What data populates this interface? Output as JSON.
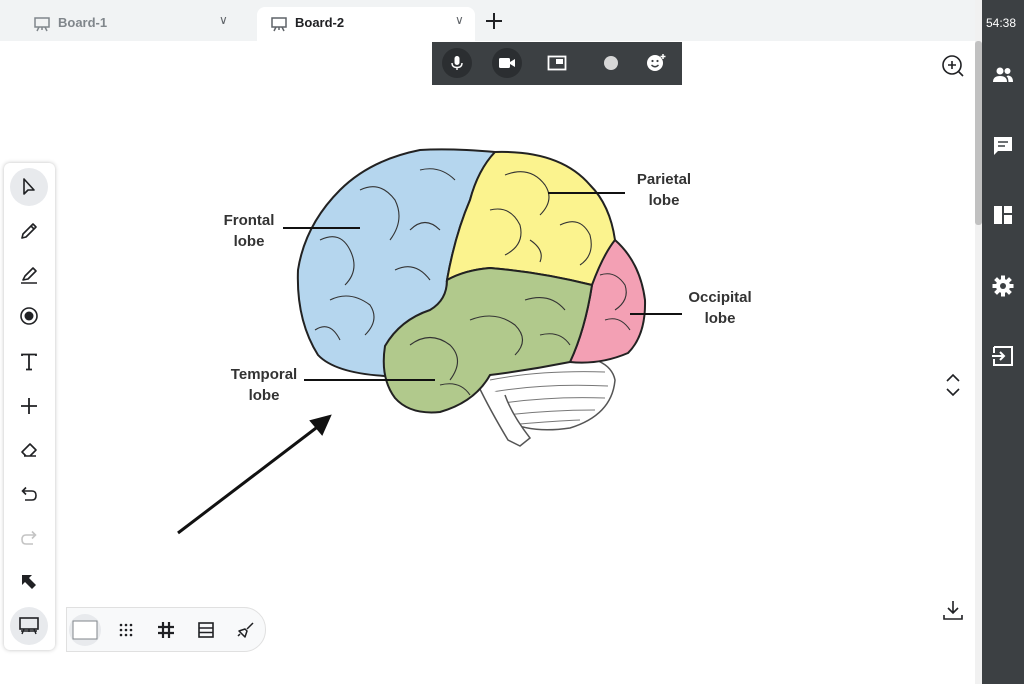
{
  "tabs": [
    {
      "label": "Board-1",
      "active": false
    },
    {
      "label": "Board-2",
      "active": true
    }
  ],
  "timer": "54:38",
  "brain_labels": {
    "frontal": [
      "Frontal",
      "lobe"
    ],
    "parietal": [
      "Parietal",
      "lobe"
    ],
    "occipital": [
      "Occipital",
      "lobe"
    ],
    "temporal": [
      "Temporal",
      "lobe"
    ]
  },
  "colors": {
    "frontal": "#b5d6ee",
    "parietal": "#fbf38e",
    "occipital": "#f3a0b4",
    "temporal": "#b1c98c",
    "panel_dark": "#3c4043"
  },
  "media_controls": [
    "microphone-icon",
    "camera-icon",
    "picture-in-picture-icon",
    "record-icon",
    "emoji-icon"
  ],
  "tools": [
    "select-icon",
    "pen-icon",
    "highlighter-icon",
    "laser-icon",
    "text-icon",
    "shape-icon",
    "eraser-icon",
    "undo-icon",
    "redo-icon",
    "pointer-icon",
    "board-icon"
  ],
  "background_options": [
    "blank-bg-icon",
    "dots-bg-icon",
    "grid-bg-icon",
    "lines-bg-icon",
    "clear-icon"
  ],
  "sidebar": [
    "participants-icon",
    "chat-icon",
    "layout-icon",
    "settings-icon",
    "exit-icon"
  ]
}
